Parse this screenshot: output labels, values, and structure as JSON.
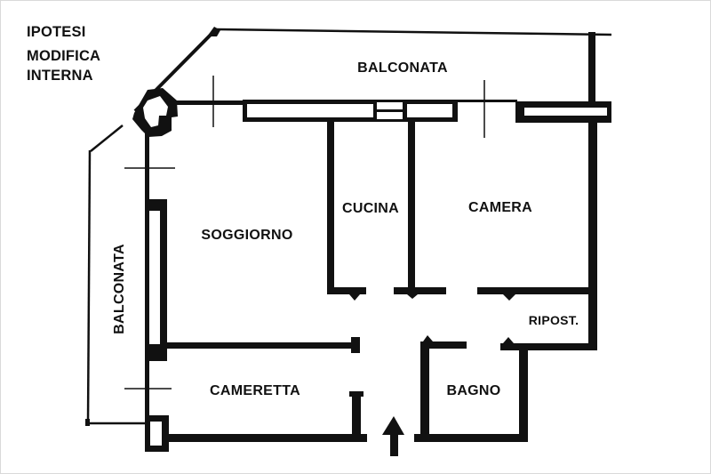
{
  "document_type": "apartment floor plan drawing",
  "title": {
    "line1": "IPOTESI",
    "line2": "MODIFICA",
    "line3": "INTERNA"
  },
  "rooms": {
    "balconata_top": "BALCONATA",
    "balconata_left": "BALCONATA",
    "soggiorno": "SOGGIORNO",
    "cucina": "CUCINA",
    "camera": "CAMERA",
    "ripostiglio": "RIPOST.",
    "cameretta": "CAMERETTA",
    "bagno": "BAGNO"
  },
  "icons": {
    "entrance": "up-arrow"
  },
  "colors": {
    "ink": "#111111",
    "paper": "#ffffff"
  }
}
